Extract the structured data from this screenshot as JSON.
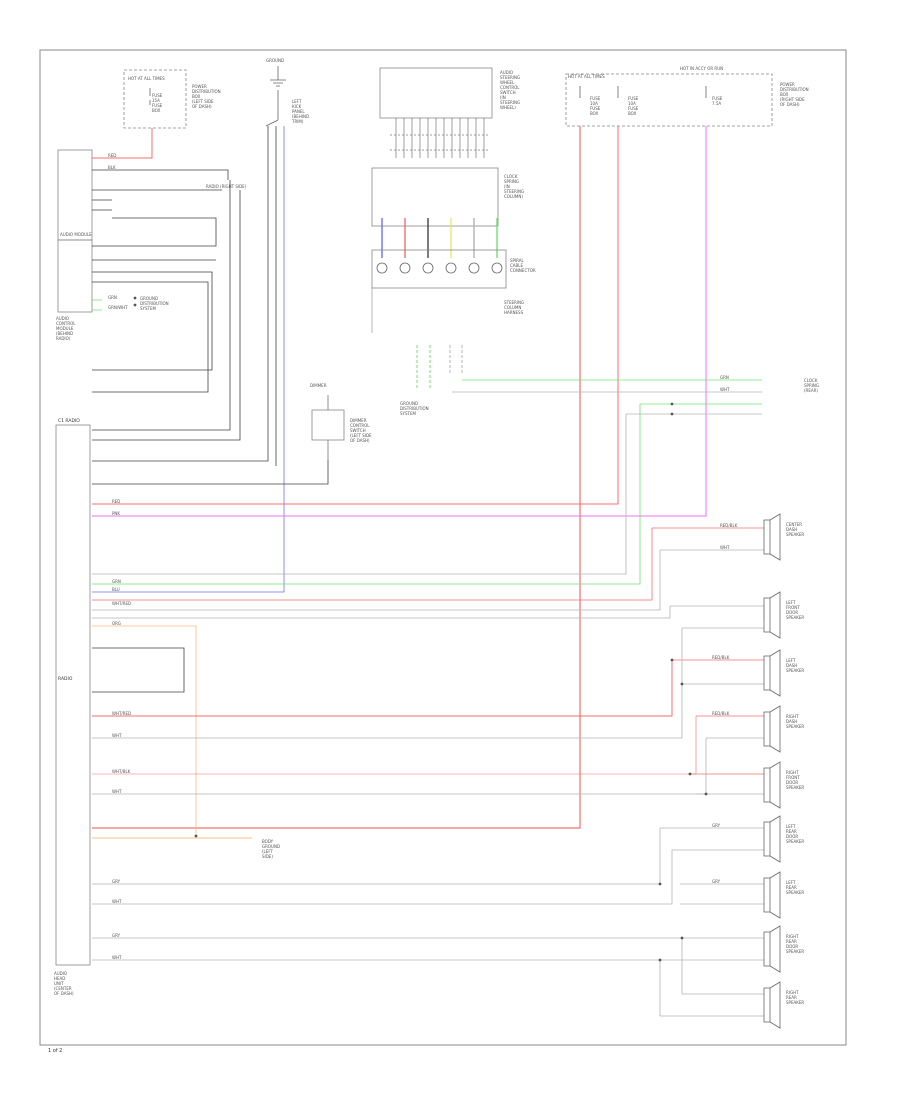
{
  "colors": {
    "background": "#ffffff",
    "frame": "#888888",
    "wire_black": "#444444",
    "wire_gray": "#b4b4b4",
    "wire_red": "#f07070",
    "wire_pink": "#f070f0",
    "wire_blue": "#7070f0",
    "wire_green": "#70e070",
    "wire_orange": "#f0c080",
    "wire_yellow": "#e8e870",
    "component": "#666666"
  },
  "fuse_block_left": {
    "label": "HOT AT ALL TIMES",
    "fuse_lines": [
      "FUSE",
      "15A",
      "FUSE",
      "BOX"
    ],
    "description": [
      "POWER",
      "DISTRIBUTION",
      "BOX",
      "(LEFT SIDE",
      "OF DASH)"
    ]
  },
  "ground": {
    "label": "GROUND"
  },
  "switch_mid_label": [
    "LEFT",
    "KICK",
    "PANEL",
    "(BEHIND",
    "TRIM)"
  ],
  "left_module": {
    "title": "AUDIO MODULE",
    "lines": [
      "AUDIO",
      "CONTROL",
      "MODULE",
      "(BEHIND",
      "RADIO)"
    ],
    "side_note": "RADIO (RIGHT SIDE)"
  },
  "ground_dist_1": [
    "GROUND",
    "DISTRIBUTION",
    "SYSTEM"
  ],
  "top_center_box": [
    "AUDIO",
    "STEERING",
    "WHEEL",
    "CONTROL",
    "SWITCH",
    "(IN",
    "STEERING",
    "WHEEL)"
  ],
  "clock_spring": [
    "CLOCK",
    "SPRING",
    "(IN",
    "STEERING",
    "COLUMN)"
  ],
  "connector_block_label": [
    "SPIRAL",
    "CABLE",
    "CONNECTOR"
  ],
  "steering_note": [
    "STEERING",
    "COLUMN",
    "HARNESS"
  ],
  "fuse_block_right": {
    "label": "HOT AT ALL TIMES",
    "label2": "HOT IN ACCY OR RUN",
    "fuse_a": [
      "FUSE",
      "10A",
      "FUSE",
      "BOX"
    ],
    "fuse_b": [
      "FUSE",
      "10A",
      "FUSE",
      "BOX"
    ],
    "fuse_c": [
      "FUSE",
      "7.5A"
    ],
    "description": [
      "POWER",
      "DISTRIBUTION",
      "BOX",
      "(RIGHT SIDE",
      "OF DASH)"
    ]
  },
  "dist_center": [
    "GROUND",
    "DISTRIBUTION",
    "SYSTEM"
  ],
  "dimmer": {
    "title": "DIMMER",
    "lines": [
      "DIMMER",
      "CONTROL",
      "SWITCH",
      "(LEFT SIDE",
      "OF DASH)"
    ]
  },
  "right_note": [
    "CLOCK",
    "SPRING",
    "(REAR)"
  ],
  "radio_block": {
    "title": "C1 RADIO",
    "title2": "RADIO",
    "bottom_label": [
      "AUDIO",
      "HEAD",
      "UNIT",
      "(CENTER",
      "OF DASH)"
    ]
  },
  "mid_note": [
    "BODY",
    "GROUND",
    "(LEFT",
    "SIDE)"
  ],
  "speakers": [
    {
      "lines": [
        "CENTER",
        "DASH",
        "SPEAKER"
      ]
    },
    {
      "lines": [
        "LEFT",
        "FRONT",
        "DOOR",
        "SPEAKER"
      ]
    },
    {
      "lines": [
        "LEFT",
        "DASH",
        "SPEAKER"
      ]
    },
    {
      "lines": [
        "RIGHT",
        "DASH",
        "SPEAKER"
      ]
    },
    {
      "lines": [
        "RIGHT",
        "FRONT",
        "DOOR",
        "SPEAKER"
      ]
    },
    {
      "lines": [
        "LEFT",
        "REAR",
        "DOOR",
        "SPEAKER"
      ]
    },
    {
      "lines": [
        "LEFT",
        "REAR",
        "SPEAKER"
      ]
    },
    {
      "lines": [
        "RIGHT",
        "REAR",
        "DOOR",
        "SPEAKER"
      ]
    },
    {
      "lines": [
        "RIGHT",
        "REAR",
        "SPEAKER"
      ]
    }
  ],
  "wire_tags": {
    "red": "RED",
    "blk": "BLK",
    "grn": "GRN",
    "wht": "WHT",
    "gry": "GRY",
    "pnk": "PNK",
    "blu": "BLU",
    "org": "ORG",
    "wht_red": "WHT/RED",
    "wht_blk": "WHT/BLK",
    "grn_wht": "GRN/WHT",
    "red_blk": "RED/BLK"
  },
  "footer": "1 of 2"
}
